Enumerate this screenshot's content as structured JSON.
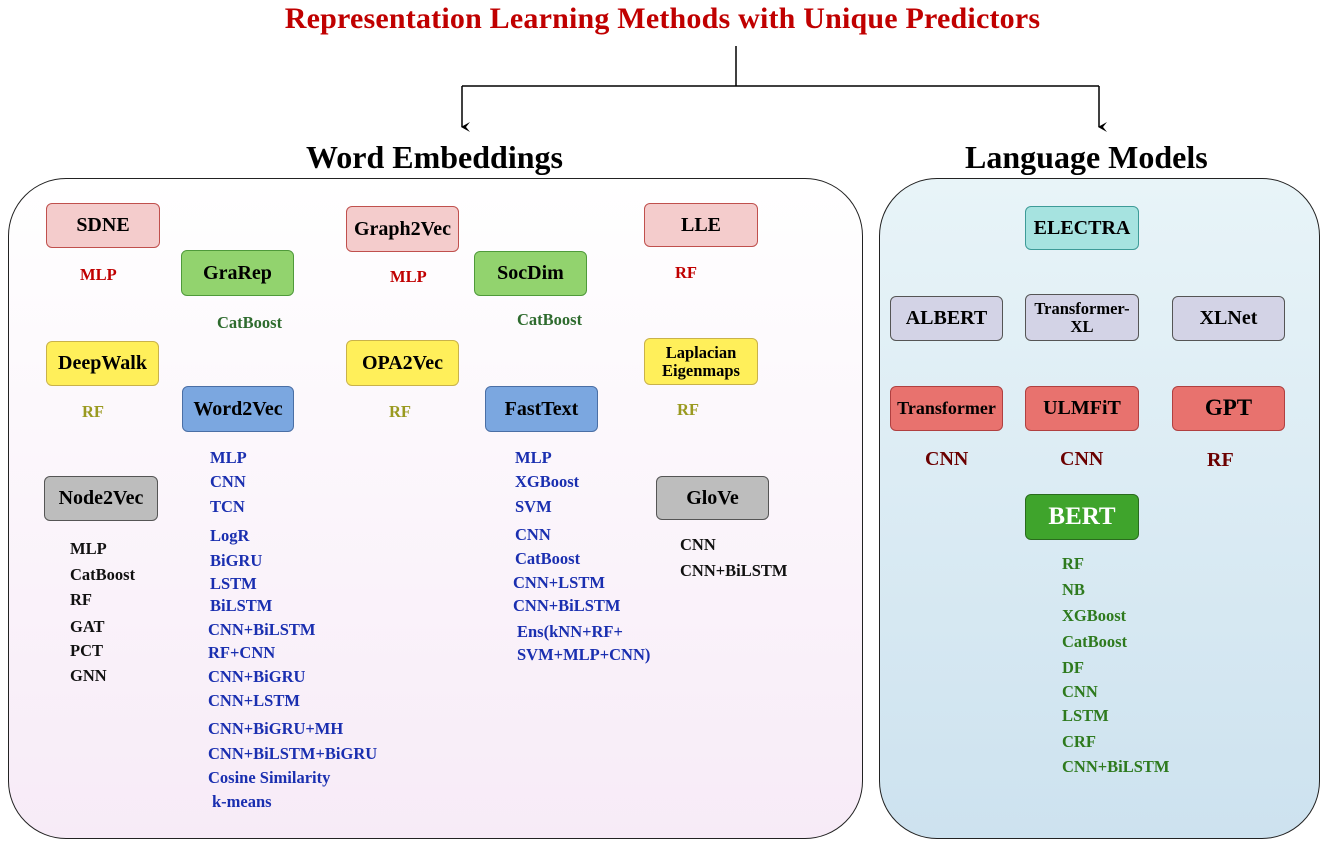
{
  "title": "Representation Learning Methods with Unique Predictors",
  "sections": {
    "word_embeddings": "Word Embeddings",
    "language_models": "Language Models"
  },
  "methods": {
    "sdne": {
      "label": "SDNE",
      "predictors": [
        "MLP"
      ]
    },
    "grarep": {
      "label": "GraRep",
      "predictors": [
        "CatBoost"
      ]
    },
    "graph2vec": {
      "label": "Graph2Vec",
      "predictors": [
        "MLP"
      ]
    },
    "socdim": {
      "label": "SocDim",
      "predictors": [
        "CatBoost"
      ]
    },
    "lle": {
      "label": "LLE",
      "predictors": [
        "RF"
      ]
    },
    "deepwalk": {
      "label": "DeepWalk",
      "predictors": [
        "RF"
      ]
    },
    "opa2vec": {
      "label": "OPA2Vec",
      "predictors": [
        "RF"
      ]
    },
    "laplacian": {
      "label_line1": "Laplacian",
      "label_line2": "Eigenmaps",
      "predictors": [
        "RF"
      ]
    },
    "word2vec": {
      "label": "Word2Vec",
      "predictors": [
        "MLP",
        "CNN",
        "TCN",
        "LogR",
        "BiGRU",
        "LSTM",
        "BiLSTM",
        "CNN+BiLSTM",
        "RF+CNN",
        "CNN+BiGRU",
        "CNN+LSTM",
        "CNN+BiGRU+MH",
        "CNN+BiLSTM+BiGRU",
        "Cosine Similarity",
        "k-means"
      ]
    },
    "fasttext": {
      "label": "FastText",
      "predictors": [
        "MLP",
        "XGBoost",
        "SVM",
        "CNN",
        "CatBoost",
        "CNN+LSTM",
        "CNN+BiLSTM",
        "Ens(kNN+RF+",
        "SVM+MLP+CNN)"
      ]
    },
    "node2vec": {
      "label": "Node2Vec",
      "predictors": [
        "MLP",
        "CatBoost",
        "RF",
        "GAT",
        "PCT",
        "GNN"
      ]
    },
    "glove": {
      "label": "GloVe",
      "predictors": [
        "CNN",
        "CNN+BiLSTM"
      ]
    },
    "electra": {
      "label": "ELECTRA"
    },
    "albert": {
      "label": "ALBERT"
    },
    "transformerxl": {
      "label_line1": "Transformer-",
      "label_line2": "XL"
    },
    "xlnet": {
      "label": "XLNet"
    },
    "transformer": {
      "label": "Transformer",
      "predictors": [
        "CNN"
      ]
    },
    "ulmfit": {
      "label": "ULMFiT",
      "predictors": [
        "CNN"
      ]
    },
    "gpt": {
      "label": "GPT",
      "predictors": [
        "RF"
      ]
    },
    "bert": {
      "label": "BERT",
      "predictors": [
        "RF",
        "NB",
        "XGBoost",
        "CatBoost",
        "DF",
        "CNN",
        "LSTM",
        "CRF",
        "CNN+BiLSTM"
      ]
    }
  },
  "colors": {
    "title": "#c00000",
    "pink": "#f4cccc",
    "green": "#92d36e",
    "yellow": "#ffef5a",
    "blue": "#7ba7e0",
    "gray": "#bdbdbd",
    "teal": "#a6e3e0",
    "lavender": "#d3d3e6",
    "red": "#e8726e",
    "dark_green": "#3fa42c"
  }
}
